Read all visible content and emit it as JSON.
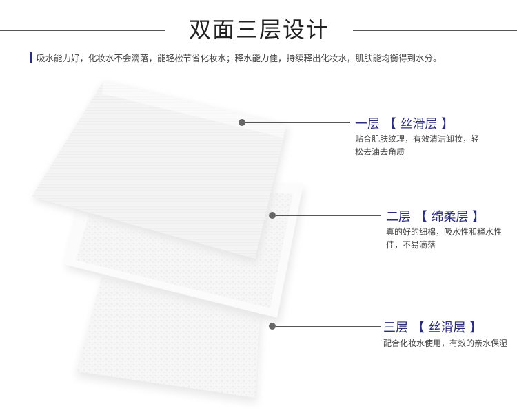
{
  "header": {
    "title": "双面三层设计",
    "subtitle": "吸水能力好，化妆水不会滴落，能轻松节省化妆水；释水能力佳，持续释出化妆水，肌肤能均衡得到水分。"
  },
  "colors": {
    "accent": "#2b2d7a",
    "line": "#555555",
    "dot": "#666666"
  },
  "layers": [
    {
      "label": "一层 【 丝滑层 】",
      "desc": "贴合肌肤纹理，有效清洁卸妆，轻松去油去角质"
    },
    {
      "label": "二层 【 绵柔层 】",
      "desc": "真的好的细棉，吸水性和释水性佳，不易滴落"
    },
    {
      "label": "三层 【 丝滑层 】",
      "desc": "配合化妆水使用，有效的亲水保湿"
    }
  ]
}
